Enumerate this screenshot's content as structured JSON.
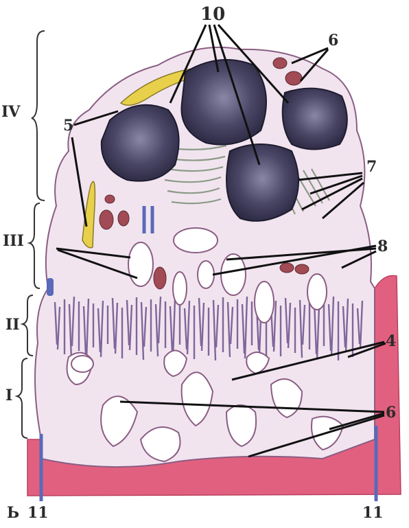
{
  "layer_labels": [
    "IV",
    "III",
    "II",
    "I"
  ],
  "callouts": [
    "10",
    "6",
    "5",
    "7",
    "8",
    "4",
    "6"
  ],
  "bottom_labels": [
    "Ь",
    "11",
    "11"
  ],
  "colors": {
    "background": "#ffffff",
    "basement_membrane": "#e2607f",
    "cytoplasm": "#f1e4ef",
    "cell_outline": "#8a5d83",
    "nucleus": "#3a3654",
    "palisade_striation": "#6d4f8c",
    "yellow_process": "#e8d04a",
    "capillary": "#5a6ab8",
    "granule": "#a24a55",
    "leader_line": "#111111"
  }
}
